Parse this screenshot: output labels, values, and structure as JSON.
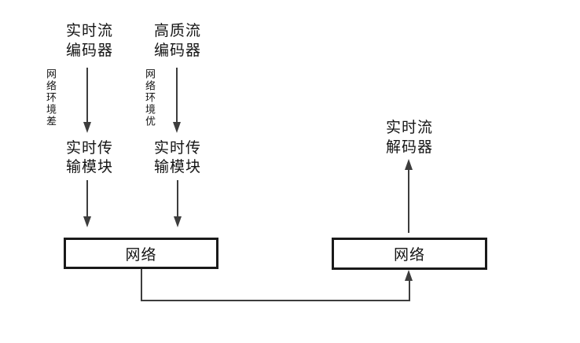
{
  "nodes": {
    "encoder_realtime": {
      "line1": "实时流",
      "line2": "编码器"
    },
    "encoder_high_quality": {
      "line1": "高质流",
      "line2": "编码器"
    },
    "transmitter_left": {
      "line1": "实时传",
      "line2": "输模块"
    },
    "transmitter_right": {
      "line1": "实时传",
      "line2": "输模块"
    },
    "network_left": {
      "label": "网络"
    },
    "network_right": {
      "label": "网络"
    },
    "decoder_realtime": {
      "line1": "实时流",
      "line2": "解码器"
    }
  },
  "annotations": {
    "network_condition_left": "网络环境差",
    "network_condition_right": "网络环境优"
  },
  "colors": {
    "background": "#ffffff",
    "line": "#3d3d3d",
    "box_border": "#1a1a1a",
    "text": "#141414"
  }
}
